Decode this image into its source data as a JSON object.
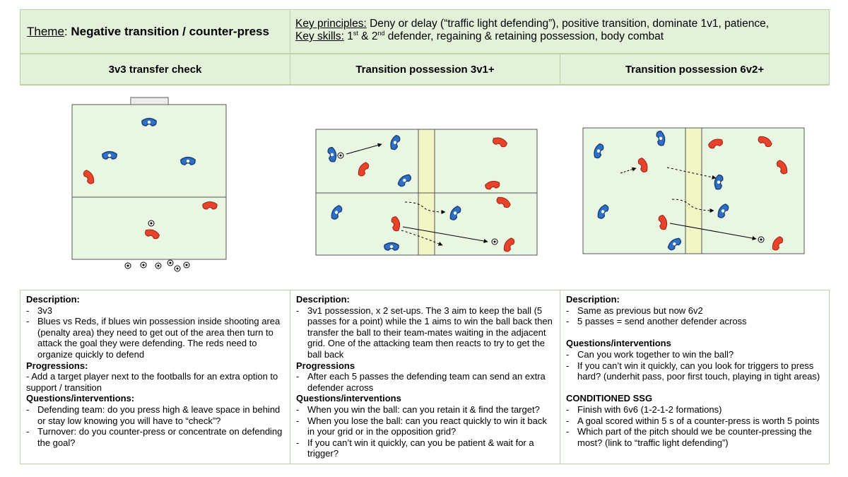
{
  "header": {
    "theme_label": "Theme",
    "theme_colon": ":",
    "theme_value": "Negative transition / counter-press",
    "principles_label": "Key principles:",
    "principles_text": "Deny or delay (“traffic light defending”), positive transition, dominate 1v1, patience,",
    "skills_label": "Key skills:",
    "skills_first": "1",
    "skills_first_sup": "st",
    "skills_and": "& 2",
    "skills_second_sup": "nd",
    "skills_rest": "defender, regaining & retaining possession, body combat"
  },
  "columns": [
    {
      "title": "3v3 transfer check"
    },
    {
      "title": "Transition possession 3v1+"
    },
    {
      "title": "Transition possession 6v2+"
    }
  ],
  "col1": {
    "desc_heading": "Description:",
    "desc_items": [
      "3v3",
      "Blues vs Reds, if blues win possession inside shooting area (penalty area) they need to get out of the area then turn to attack the goal they were defending. The reds need to organize quickly to defend"
    ],
    "prog_heading": "Progressions:",
    "prog_text": "- Add a target player next to the footballs for an extra option to support / transition",
    "q_heading": "Questions/interventions:",
    "q_items": [
      "Defending team: do you press high & leave space in behind or stay low knowing you will have to “check”?",
      "Turnover: do you counter-press or concentrate on defending the goal?"
    ]
  },
  "col2": {
    "desc_heading": "Description:",
    "desc_items": [
      "3v1 possession, x 2 set-ups. The 3 aim to keep the ball (5 passes for a point) while the 1 aims to win the ball back then transfer the ball to their team-mates waiting in the adjacent grid. One of the attacking team then reacts to try to get the ball back"
    ],
    "prog_heading": "Progressions",
    "prog_items": [
      "After each 5 passes the defending team can send an extra defender across"
    ],
    "q_heading": "Questions/interventions",
    "q_items": [
      "When you win the ball: can you retain it & find the target?",
      "When you lose the ball: can you react quickly to win it back in your grid or in the opposition grid?",
      "If you can’t win it quickly, can you be patient & wait for a trigger?"
    ]
  },
  "col3": {
    "desc_heading": "Description:",
    "desc_items": [
      "Same as previous but now 6v2",
      "5 passes = send another defender across"
    ],
    "q_heading": "Questions/interventions",
    "q_items": [
      "Can you work together to win the ball?",
      "If you can’t win it quickly, can you look for triggers to press hard? (underhit pass, poor first touch, playing in tight areas)"
    ],
    "ssg_heading": "CONDITIONED SSG",
    "ssg_items": [
      "Finish with 6v6 (1-2-1-2 formations)",
      "A goal scored within 5 s of a counter-press is worth 5 points",
      "Which part of the pitch should we be counter-pressing the most? (link to “traffic light defending”)"
    ]
  },
  "colors": {
    "header_bg": "#e3f0da",
    "border": "#b9d3a5",
    "pitch": "#e8f6e2",
    "zone": "#f2f6c4",
    "blue_player": "#2f6fc4",
    "red_player": "#e8432a"
  },
  "icons": [
    "goal-icon",
    "football-icon",
    "blue-player-icon",
    "red-player-icon",
    "pass-arrow-icon",
    "run-arrow-icon"
  ]
}
